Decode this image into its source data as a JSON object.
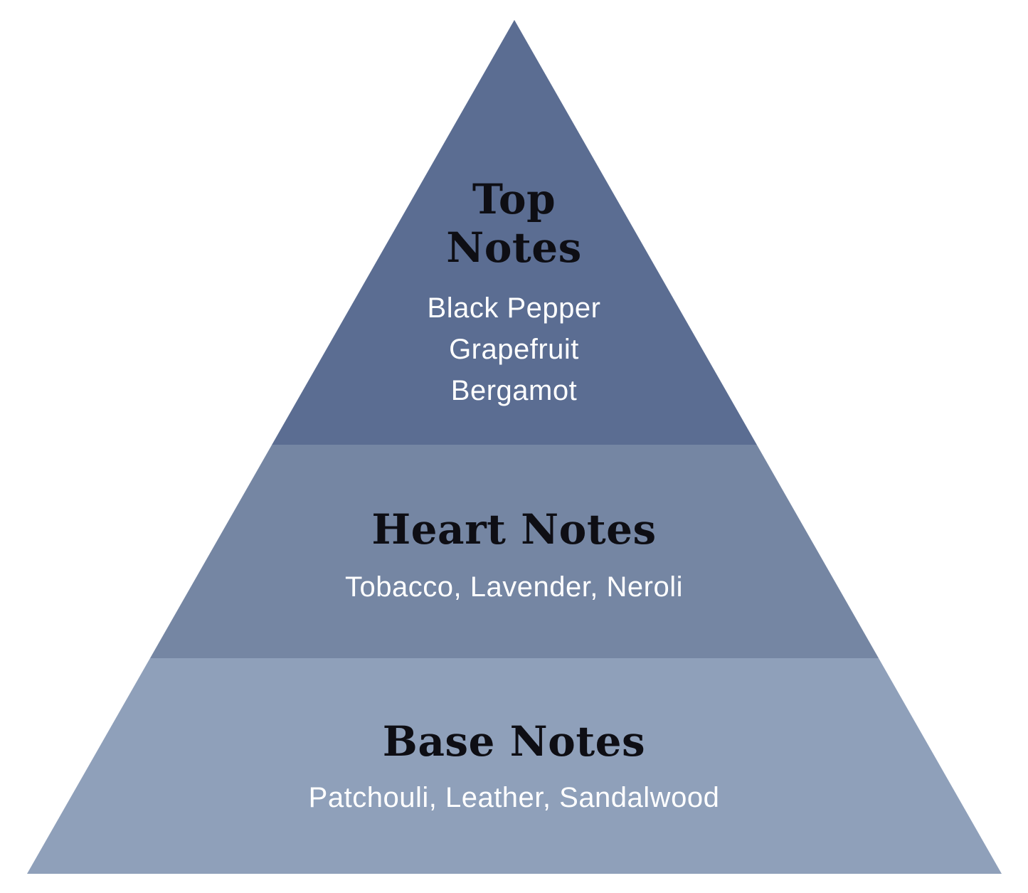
{
  "diagram": {
    "type": "fragrance-note-pyramid",
    "levels": {
      "top": {
        "title_line1": "Top",
        "title_line2": "Notes",
        "note1": "Black Pepper",
        "note2": "Grapefruit",
        "note3": "Bergamot"
      },
      "heart": {
        "title": "Heart Notes",
        "notes": "Tobacco, Lavender, Neroli"
      },
      "base": {
        "title": "Base Notes",
        "notes": "Patchouli, Leather, Sandalwood"
      }
    },
    "colors": {
      "top_band": "#5b6d92",
      "heart_band": "#7586a3",
      "base_band": "#8fa0ba",
      "heading_text": "#0e0e14",
      "note_text": "#ffffff",
      "background": "#ffffff"
    }
  }
}
